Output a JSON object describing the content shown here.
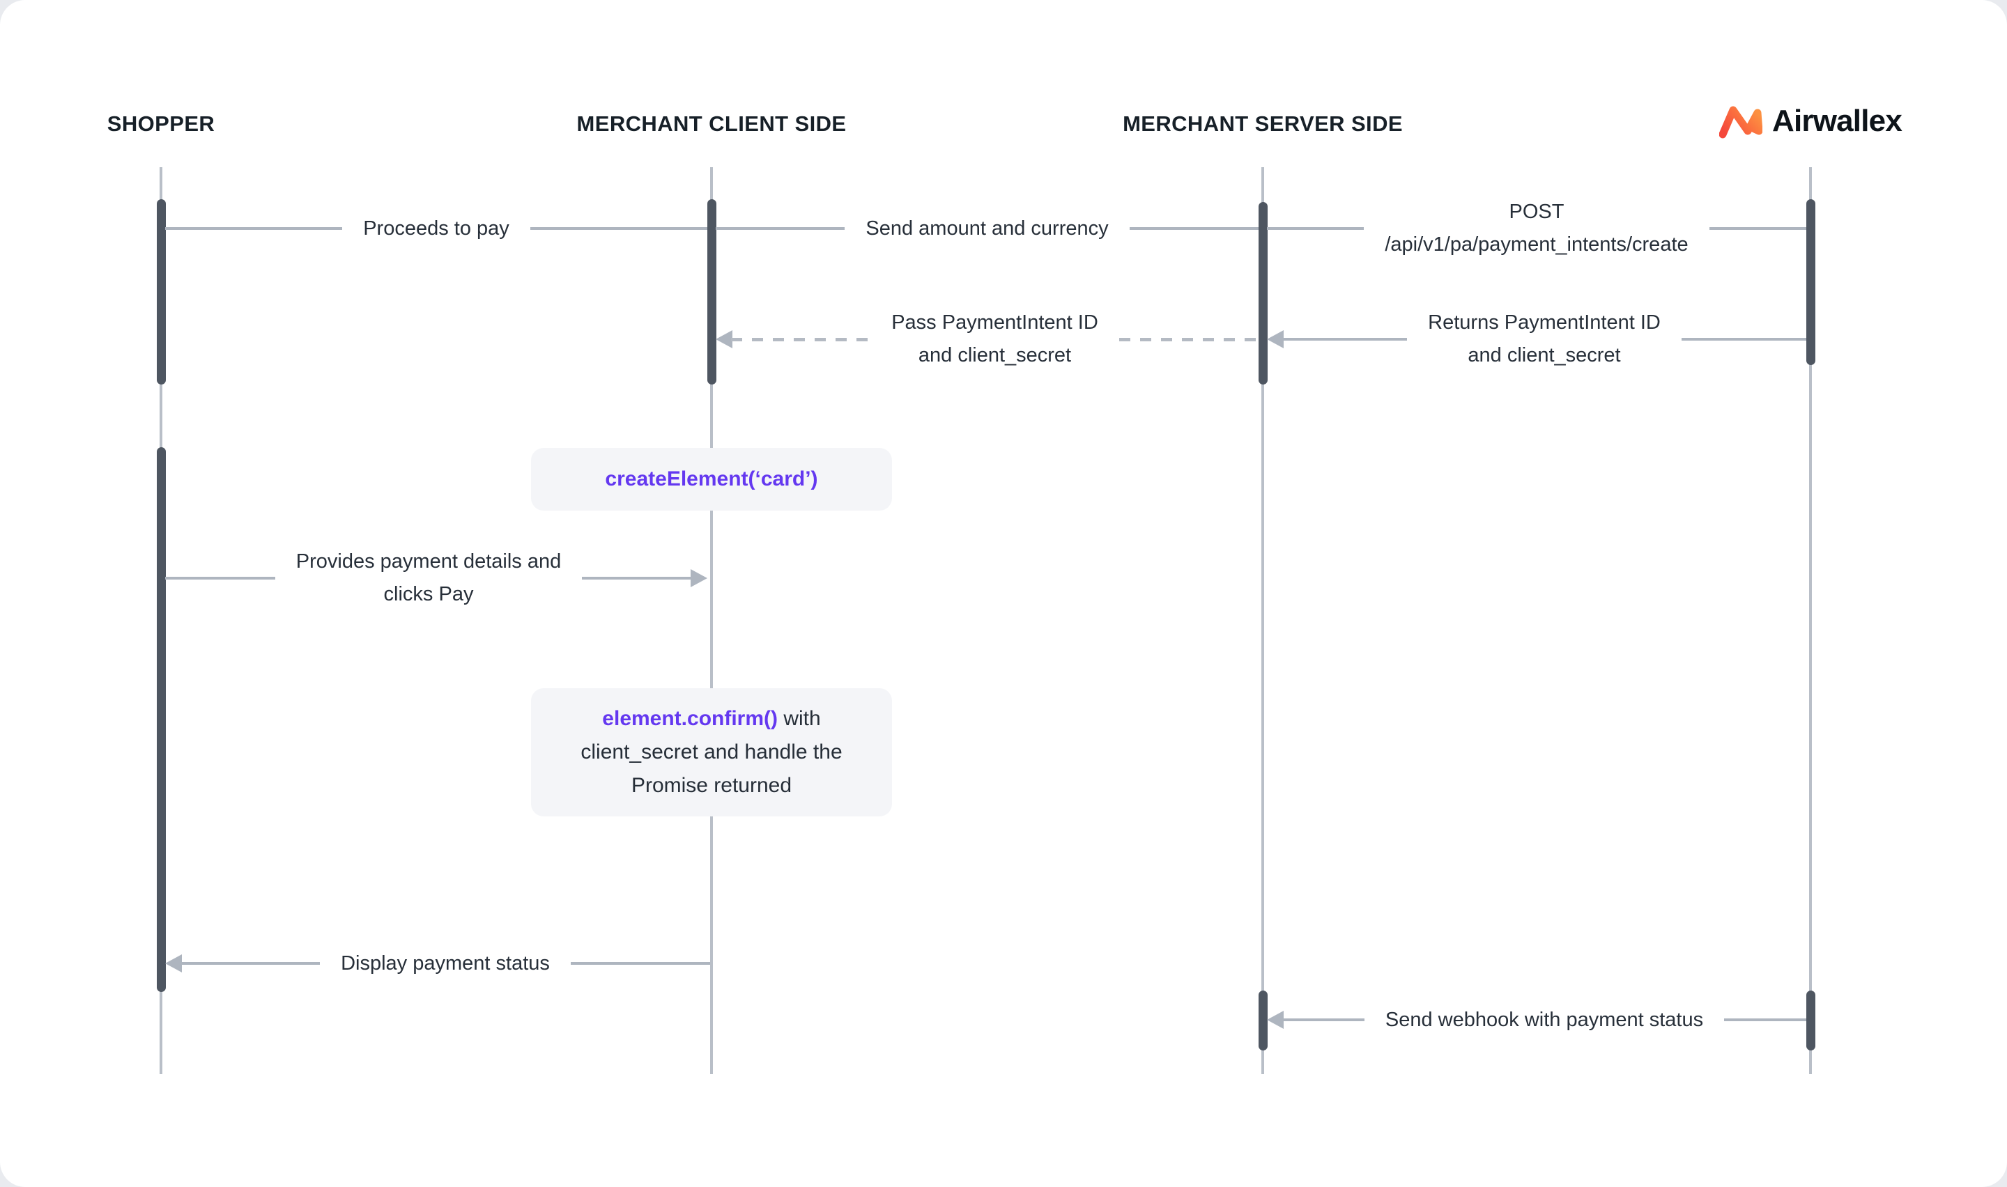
{
  "colors": {
    "accent_purple": "#6438f0",
    "message_line_gray": "#aeb5bf",
    "lifeline_gray": "#b9bfc8",
    "activation_bar_dark": "#4e5661",
    "label_text": "#272f39",
    "header_text": "#172028",
    "note_background": "#f4f5f8",
    "logo_gradient_start": "#f4483b",
    "logo_gradient_end": "#fc9141",
    "canvas_background": "#ffffff"
  },
  "actors": [
    {
      "label": "SHOPPER"
    },
    {
      "label": "MERCHANT CLIENT SIDE"
    },
    {
      "label": "MERCHANT SERVER SIDE"
    },
    {
      "label": "Airwallex"
    }
  ],
  "messages": [
    {
      "lines": [
        "Proceeds to pay"
      ],
      "from": "shopper",
      "to": "merchant-client-side",
      "style": "solid",
      "arrowhead": "none"
    },
    {
      "lines": [
        "Send amount and currency"
      ],
      "from": "merchant-client-side",
      "to": "merchant-server-side",
      "style": "solid",
      "arrowhead": "none"
    },
    {
      "lines": [
        "POST",
        "/api/v1/pa/payment_intents/create"
      ],
      "from": "merchant-server-side",
      "to": "airwallex",
      "style": "solid",
      "arrowhead": "none"
    },
    {
      "lines": [
        "Pass PaymentIntent ID",
        "and client_secret"
      ],
      "from": "merchant-server-side",
      "to": "merchant-client-side",
      "style": "dashed",
      "arrowhead": "left"
    },
    {
      "lines": [
        "Returns PaymentIntent ID",
        "and client_secret"
      ],
      "from": "airwallex",
      "to": "merchant-server-side",
      "style": "solid",
      "arrowhead": "left"
    },
    {
      "lines": [
        "Provides payment details and",
        "clicks Pay"
      ],
      "from": "shopper",
      "to": "merchant-client-side",
      "style": "solid",
      "arrowhead": "right"
    },
    {
      "lines": [
        "Display payment status"
      ],
      "from": "merchant-client-side",
      "to": "shopper",
      "style": "solid",
      "arrowhead": "left"
    },
    {
      "lines": [
        "Send webhook with payment status"
      ],
      "from": "airwallex",
      "to": "merchant-server-side",
      "style": "solid",
      "arrowhead": "left"
    }
  ],
  "notes": [
    {
      "code": "createElement(‘card’)",
      "rest": ""
    },
    {
      "code": "element.confirm()",
      "rest": " with client_secret and handle the Promise returned"
    }
  ]
}
